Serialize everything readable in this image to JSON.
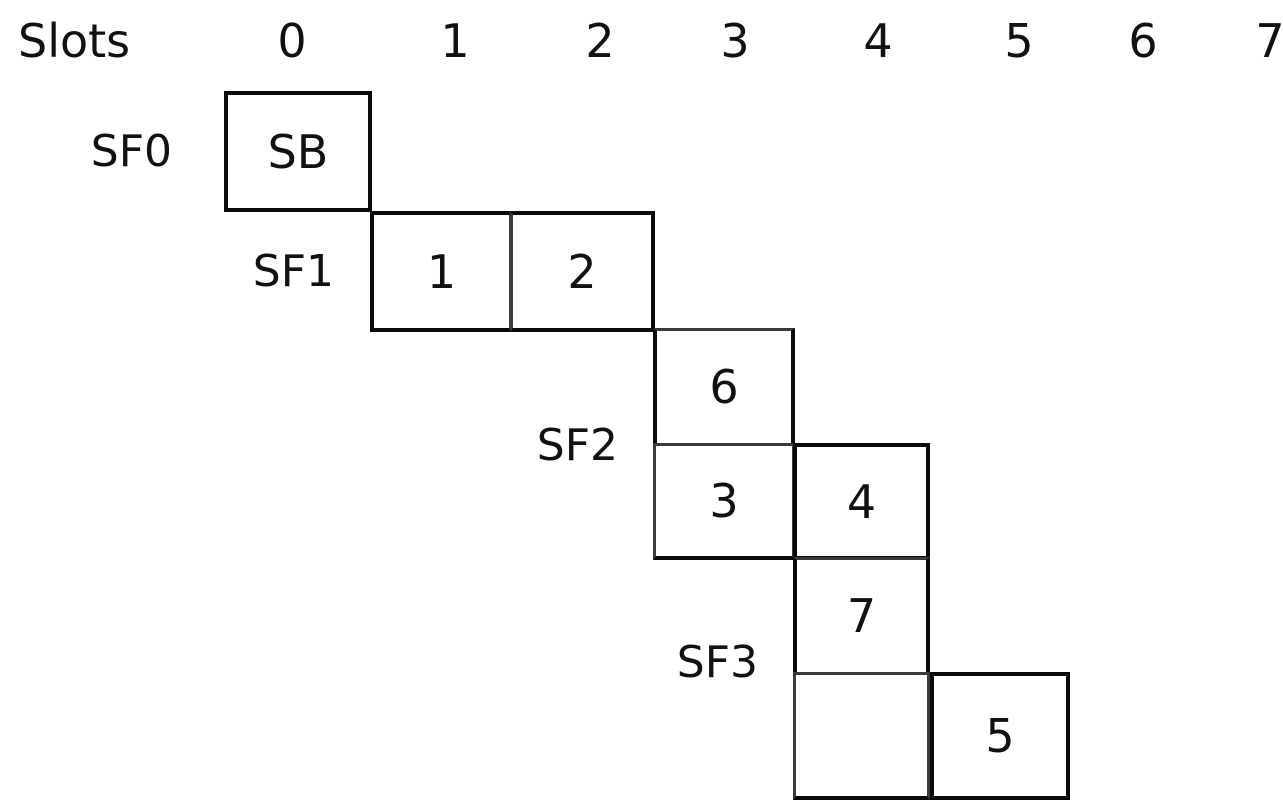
{
  "header": {
    "slots_label": "Slots",
    "columns": [
      "0",
      "1",
      "2",
      "3",
      "4",
      "5",
      "6",
      "7"
    ]
  },
  "colors": {
    "line": "#0a0a0a",
    "line_soft": "#3a3a3a",
    "text": "#111111",
    "background": "#ffffff"
  },
  "rows": [
    {
      "label": "SF0",
      "cells": [
        {
          "text": "SB",
          "slot": "0"
        }
      ]
    },
    {
      "label": "SF1",
      "cells": [
        {
          "text": "1",
          "slot": "1"
        },
        {
          "text": "2",
          "slot": "2"
        }
      ]
    },
    {
      "label": "SF2",
      "cells": [
        {
          "text": "6",
          "slot": "3"
        },
        {
          "text": "3",
          "slot": "3"
        },
        {
          "text": "4",
          "slot": "4"
        }
      ]
    },
    {
      "label": "SF3",
      "cells": [
        {
          "text": "7",
          "slot": "4"
        },
        {
          "text": "",
          "slot": "4"
        },
        {
          "text": "5",
          "slot": "5"
        }
      ]
    }
  ],
  "cell_values": {
    "sb": "SB",
    "sf1_a": "1",
    "sf1_b": "2",
    "sf2_top": "6",
    "sf2_bot_a": "3",
    "sf2_bot_b": "4",
    "sf3_top": "7",
    "sf3_bot_a": "",
    "sf3_bot_b": "5"
  },
  "labels": {
    "sf0": "SF0",
    "sf1": "SF1",
    "sf2": "SF2",
    "sf3": "SF3"
  }
}
